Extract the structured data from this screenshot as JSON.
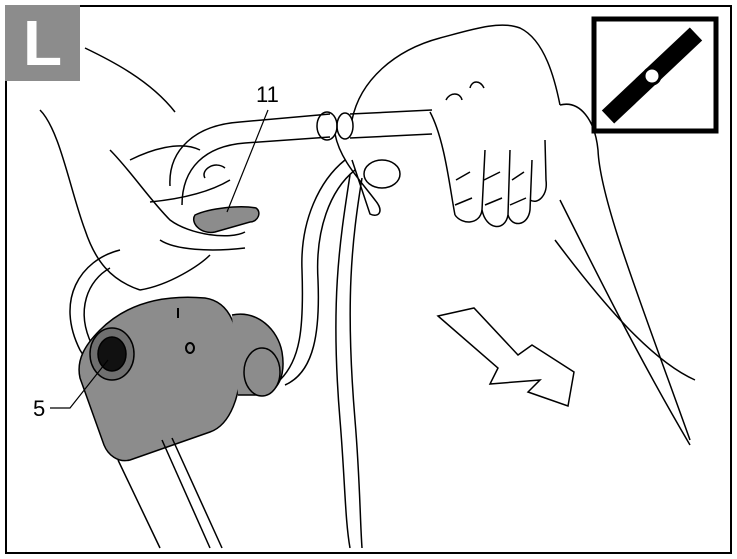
{
  "figure": {
    "step_letter": "L",
    "callouts": {
      "part_11": "11",
      "part_5": "5"
    },
    "icon": "blade-mode-icon",
    "colors": {
      "gray": "#8c8c8c",
      "line": "#000000"
    }
  }
}
